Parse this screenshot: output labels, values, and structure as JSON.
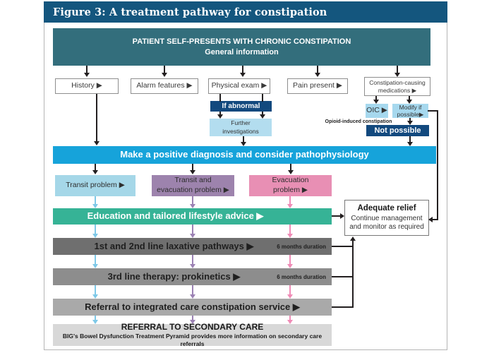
{
  "figure": {
    "title": "Figure 3: A treatment pathway for constipation"
  },
  "nodes": {
    "patient": {
      "line1": "PATIENT SELF-PRESENTS WITH CHRONIC CONSTIPATION",
      "line2": "General information"
    },
    "history": "History ▶",
    "alarm": "Alarm features ▶",
    "physical": "Physical exam ▶",
    "pain": "Pain present ▶",
    "meds": {
      "line1": "Constipation-causing",
      "line2": "medications ▶"
    },
    "if_abnormal": "If abnormal",
    "further": {
      "line1": "Further",
      "line2": "investigations"
    },
    "oic": "OIC ▶",
    "oic_note": "Opioid-induced constipation",
    "modify": {
      "line1": "Modify if",
      "line2": "possible▶"
    },
    "not_possible": "Not possible",
    "diagnosis": "Make a positive diagnosis and consider pathophysiology",
    "transit": "Transit problem ▶",
    "transit_evac": {
      "line1": "Transit and",
      "line2": "evacuation problem ▶"
    },
    "evacuation": {
      "line1": "Evacuation",
      "line2": "problem ▶"
    },
    "education": "Education and tailored lifestyle advice  ▶",
    "adequate": {
      "title": "Adequate relief",
      "line1": "Continue management",
      "line2": "and monitor as required"
    },
    "laxative": {
      "label": "1st and 2nd line laxative pathways  ▶",
      "duration": "6 months duration"
    },
    "prokinetics": {
      "label": "3rd line therapy: prokinetics  ▶",
      "duration": "6 months duration"
    },
    "integrated": "Referral to integrated care constipation service  ▶",
    "secondary": {
      "line1": "REFERRAL TO SECONDARY CARE",
      "line2": "BIG's Bowel Dysfunction Treatment Pyramid provides more information on secondary care referrals"
    }
  },
  "colors": {
    "header": "#14567e",
    "patient_box": "#336e7c",
    "navy": "#12497e",
    "light_blue": "#a6d8ee",
    "cyan_bar": "#16a3da",
    "transit_blue": "#a5d7e8",
    "purple": "#9d83ad",
    "pink": "#e88fb4",
    "green_bar": "#36b396",
    "gray_dark": "#6f6f6f",
    "gray_mid": "#8d8d8d",
    "gray_light": "#a9a9a9",
    "gray_box": "#d8d8d8",
    "arrow_blue": "#7ec9e8",
    "arrow_purple": "#9c82b4",
    "arrow_pink": "#f08cb7",
    "arrow_black": "#231f20"
  }
}
